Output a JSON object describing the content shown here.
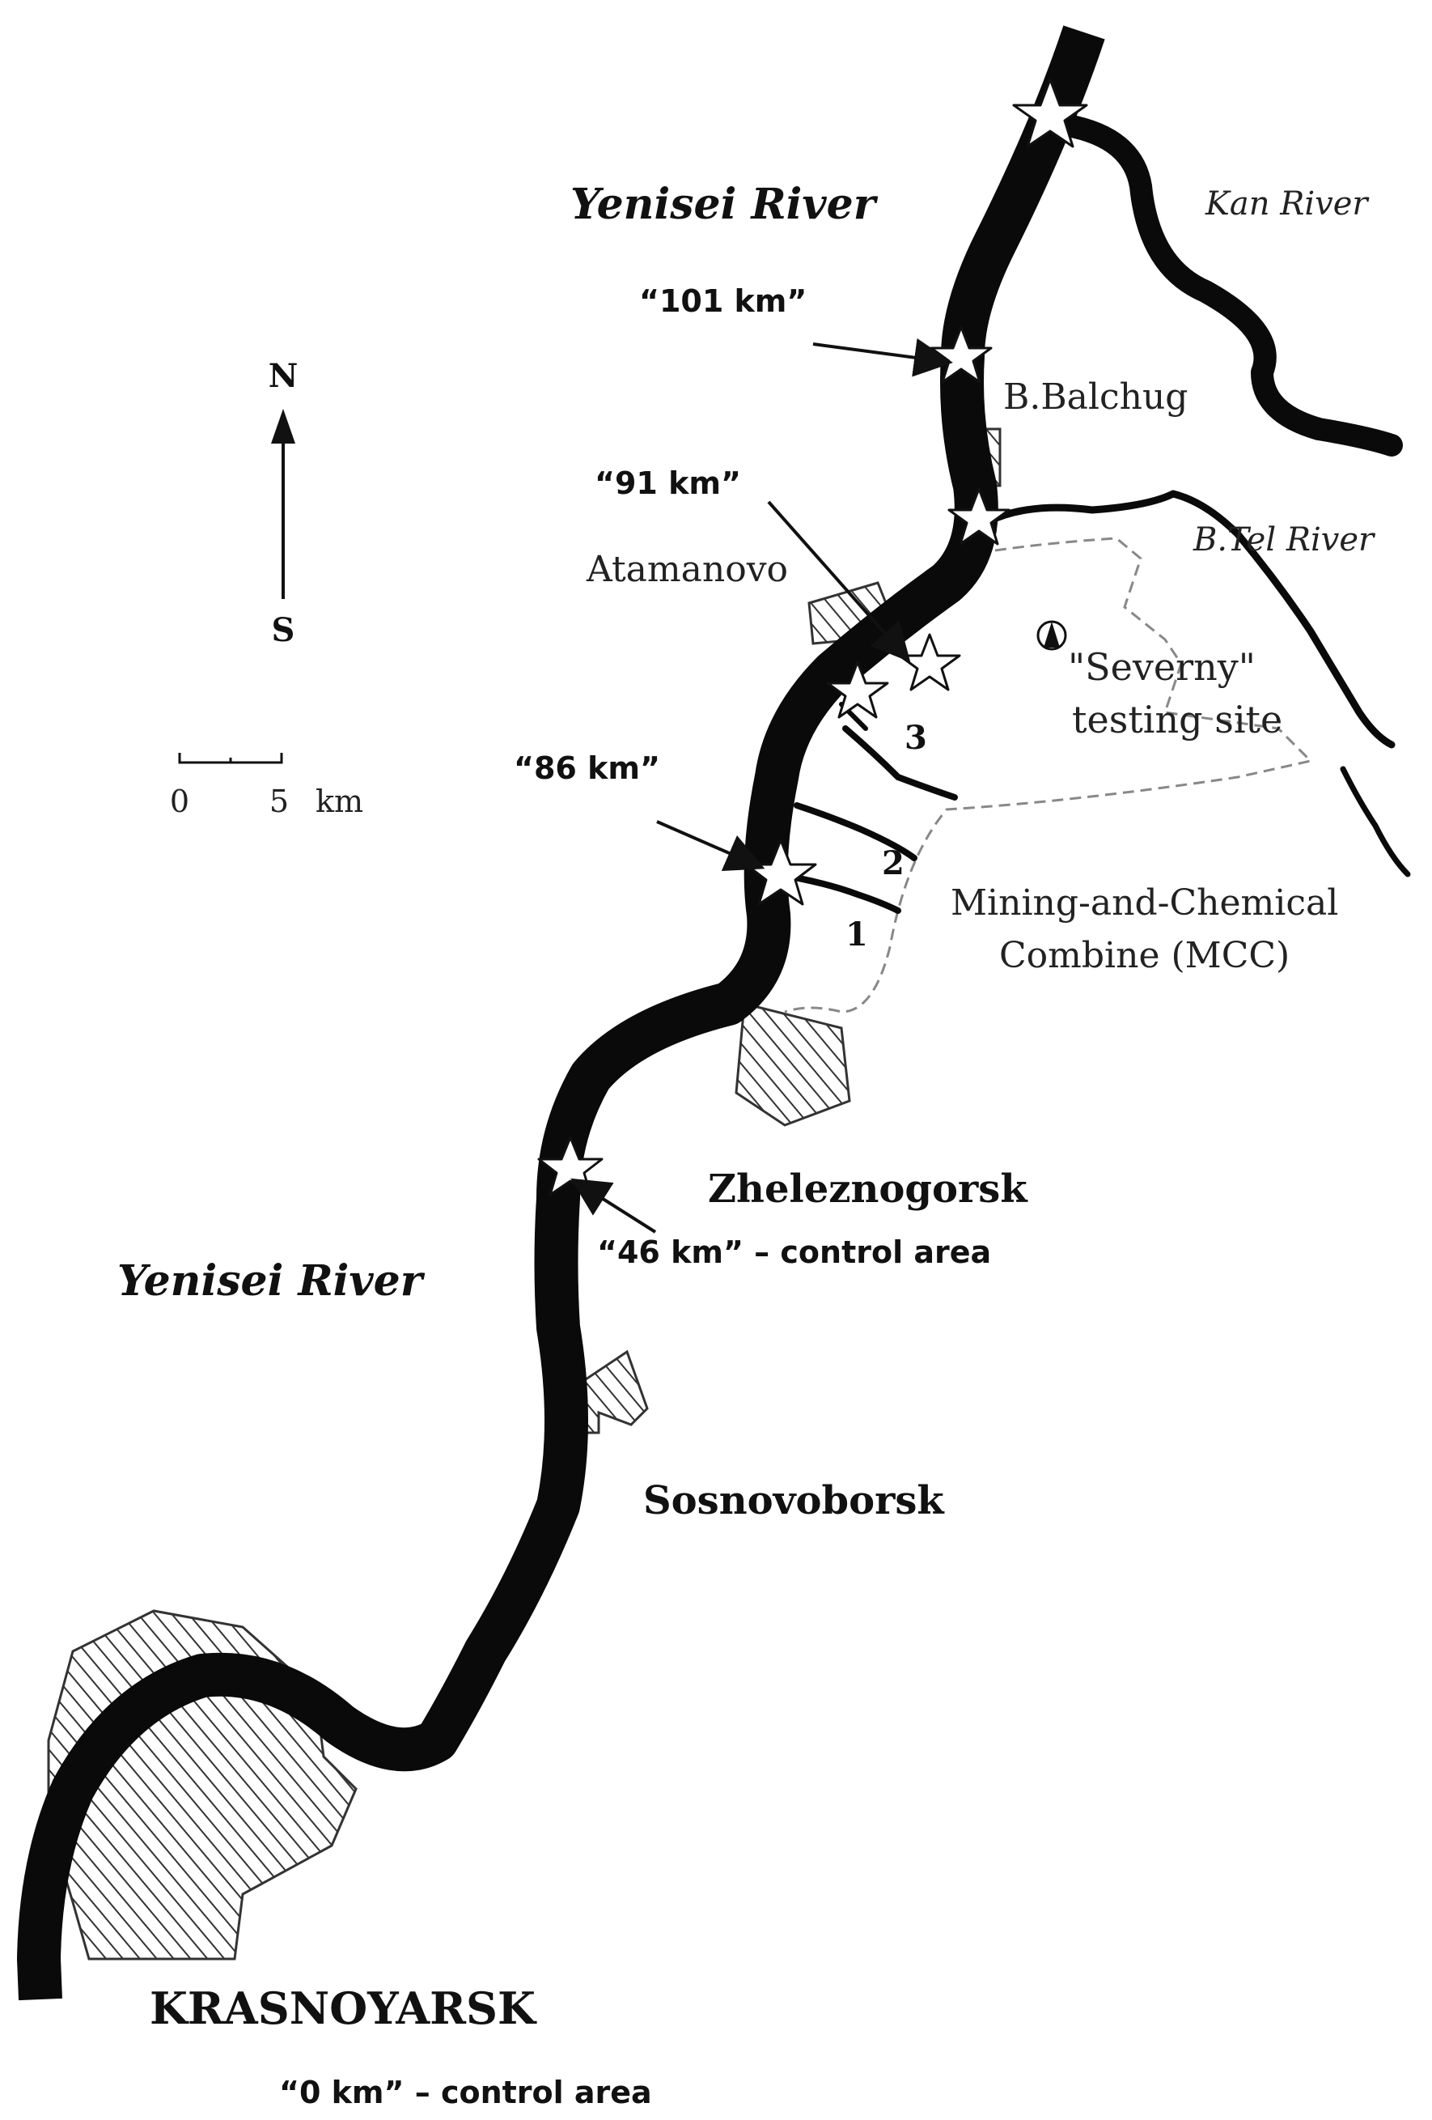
{
  "rivers": {
    "yenisei_upper": "Yenisei River",
    "yenisei_lower": "Yenisei River",
    "kan": "Kan River",
    "b_tel": "B.Tel River"
  },
  "settlements": {
    "b_balchug": "B.Balchug",
    "atamanovo": "Atamanovo",
    "zheleznogorsk": "Zheleznogorsk",
    "sosnovoborsk": "Sosnovoborsk",
    "krasnoyarsk": "KRASNOYARSK"
  },
  "facilities": {
    "severny_line1": "\"Severny\"",
    "severny_line2": "testing site",
    "mcc_line1": "Mining-and-Chemical",
    "mcc_line2": "Combine (MCC)"
  },
  "sites": {
    "km101": "“101 km”",
    "km91": "“91 km”",
    "km86": "“86 km”",
    "km46": "“46 km” – control area",
    "km0": "“0 km” – control area"
  },
  "streams": [
    "1",
    "2",
    "3"
  ],
  "compass": {
    "north": "N",
    "south": "S"
  },
  "scale": {
    "zero": "0",
    "five": "5",
    "unit": "km"
  },
  "colors": {
    "river": "#0a0a0a",
    "hatch": "#333333",
    "boundary": "#888888",
    "star_fill": "#ffffff"
  }
}
